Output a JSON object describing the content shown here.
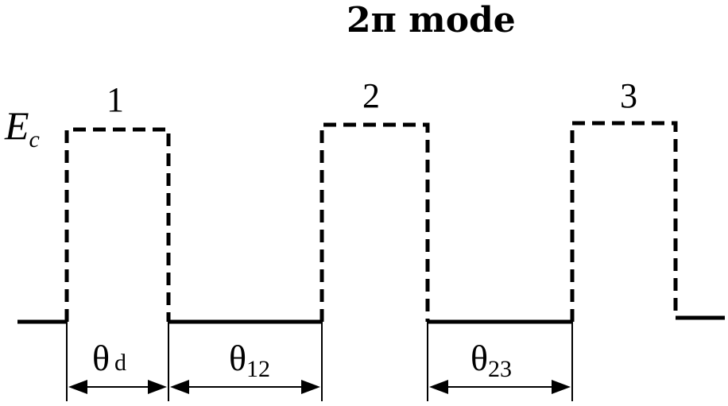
{
  "title": "2π mode",
  "level_label": {
    "main": "E",
    "subscript": "c"
  },
  "pulse_labels": [
    "1",
    "2",
    "3"
  ],
  "intervals": [
    {
      "symbol": "θ",
      "subscript": "d"
    },
    {
      "symbol": "θ",
      "subscript": "12"
    },
    {
      "symbol": "θ",
      "subscript": "23"
    }
  ]
}
